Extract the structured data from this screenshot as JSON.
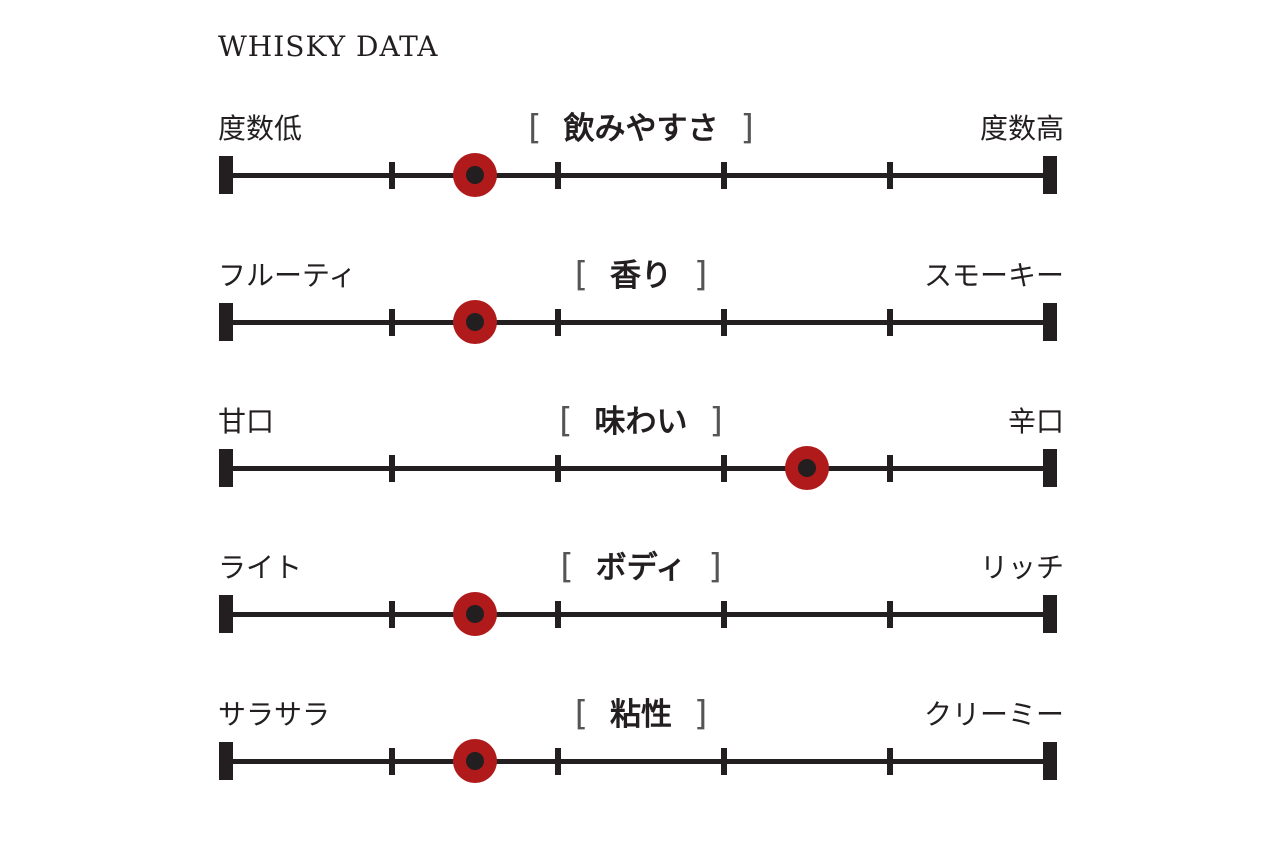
{
  "title": "WHISKY DATA",
  "colors": {
    "marker": "#b01a1a",
    "line": "#231f20"
  },
  "scale_steps": 5,
  "rows": [
    {
      "category": "飲みやすさ",
      "left": "度数低",
      "right": "度数高",
      "value": 1.5
    },
    {
      "category": "香り",
      "left": "フルーティ",
      "right": "スモーキー",
      "value": 1.5
    },
    {
      "category": "味わい",
      "left": "甘口",
      "right": "辛口",
      "value": 3.5
    },
    {
      "category": "ボディ",
      "left": "ライト",
      "right": "リッチ",
      "value": 1.5
    },
    {
      "category": "粘性",
      "left": "サラサラ",
      "right": "クリーミー",
      "value": 1.5
    }
  ]
}
